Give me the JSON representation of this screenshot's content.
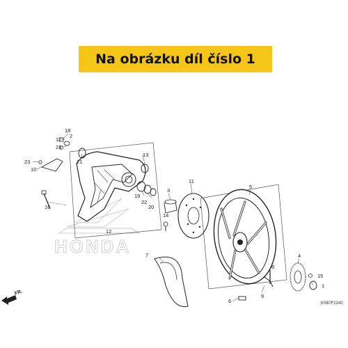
{
  "banner": {
    "text": "Na obrázku díl číslo 1",
    "color": "#f5c518"
  },
  "diagram": {
    "code": "K0B7F2240",
    "direction_label": "FR.",
    "watermark": "HONDA",
    "part_numbers": [
      "18",
      "17",
      "2",
      "23",
      "23",
      "10",
      "16",
      "21",
      "13",
      "12",
      "19",
      "22",
      "20",
      "3",
      "14",
      "11",
      "5",
      "4",
      "15",
      "1",
      "7",
      "8",
      "6",
      "9"
    ]
  }
}
